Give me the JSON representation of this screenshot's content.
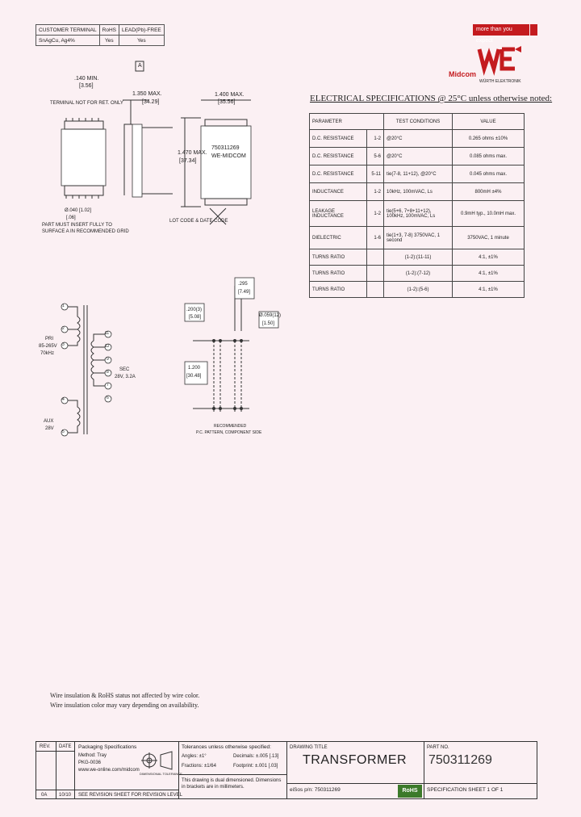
{
  "compliance": {
    "rows": [
      [
        "CUSTOMER TERMINAL",
        "RoHS",
        "LEAD(Pb)-FREE"
      ],
      [
        "SnAgCu, Ag4%",
        "Yes",
        "Yes"
      ]
    ]
  },
  "banner": {
    "text": "more than you expect"
  },
  "logo": {
    "brand": "Midcom",
    "subtitle": "WÜRTH ELEKTRONIK",
    "mark": "WE"
  },
  "spec": {
    "title": "ELECTRICAL SPECIFICATIONS @ 25°C unless otherwise noted:",
    "headers": [
      "PARAMETER",
      "TEST CONDITIONS",
      "VALUE"
    ],
    "rows": [
      {
        "param": "D.C. RESISTANCE",
        "pins": "1-2",
        "cond": "@20°C",
        "value": "0.265 ohms ±10%"
      },
      {
        "param": "D.C. RESISTANCE",
        "pins": "5-6",
        "cond": "@20°C",
        "value": "0.085 ohms max."
      },
      {
        "param": "D.C. RESISTANCE",
        "pins": "5-11",
        "cond": "tie(7-8, 11+12), @20°C",
        "value": "0.045 ohms max."
      },
      {
        "param": "INDUCTANCE",
        "pins": "1-2",
        "cond": "10kHz, 100mVAC, Ls",
        "value": "800mH ±4%"
      },
      {
        "param": "LEAKAGE INDUCTANCE",
        "pins": "1-2",
        "cond": "tie(5+6, 7+8+11+12), 100kHz, 100mVAC, Ls",
        "value": "0.9mH typ., 10.0mH max."
      },
      {
        "param": "DIELECTRIC",
        "pins": "1-6",
        "cond": "tie(1+3, 7-8) 3750VAC, 1 second",
        "value": "3750VAC, 1 minute"
      },
      {
        "param": "TURNS RATIO",
        "pins": "",
        "cond": "(1-2):(11-11)",
        "value": "4:1, ±1%"
      },
      {
        "param": "TURNS RATIO",
        "pins": "",
        "cond": "(1-2):(7-12)",
        "value": "4:1, ±1%"
      },
      {
        "param": "TURNS RATIO",
        "pins": "",
        "cond": "(1-2):(5-6)",
        "value": "4:1, ±1%"
      }
    ]
  },
  "mech": {
    "dim_140": ".140 MIN.",
    "dim_140mm": "[3.56]",
    "dim_1350": "1.350 MAX.",
    "dim_1350mm": "[34.29]",
    "dim_1400": "1.400 MAX.",
    "dim_1400mm": "[35.56]",
    "dim_1470": "1.470 MAX.",
    "dim_1470mm": "[37.34]",
    "part_label": "750311269",
    "maker_label": "WE-MIDCOM",
    "dim_a": "A",
    "note_terminal": "TERMINAL NOT FOR RET. ONLY",
    "note_40": "Ø.040 [1.02]",
    "note_40b": "[.06]",
    "note_insert": "PART MUST INSERT FULLY TO SURFACE A IN RECOMMENDED GRID",
    "lot_code": "LOT CODE & DATE CODE"
  },
  "schematic": {
    "pri": "PRI",
    "pri_v": "85-265V",
    "pri_f": "70kHz",
    "sec": "SEC",
    "sec_v": "28V, 3.2A",
    "aux": "AUX",
    "aux_v": "28V",
    "pins_left": [
      "1",
      "2",
      "3",
      "4",
      "5"
    ],
    "pins_right": [
      "11",
      "12",
      "9",
      "8",
      "7",
      "6"
    ]
  },
  "pcb": {
    "dim_295": ".295",
    "dim_295mm": "[7.49]",
    "dim_200": ".200(3)",
    "dim_200mm": "[5.08]",
    "dim_1200": "1.200",
    "dim_1200mm": "[30.48]",
    "dim_hole": "Ø.059(12)",
    "dim_holemm": "[1.50]",
    "caption_1": "RECOMMENDED",
    "caption_2": "P.C. PATTERN, COMPONENT SIDE"
  },
  "notes": [
    "Wire insulation & RoHS status not affected by wire color.",
    "Wire insulation color may vary depending on availability."
  ],
  "titleblock": {
    "rev_label": "REV.",
    "date_label": "DATE",
    "rev": "0A",
    "date": "10/10",
    "pack_title": "Packaging Specifications",
    "pack_method": "Method: Tray",
    "pack_doc": "PKG-0036",
    "pack_url": "www.we-online.com/midcom",
    "revision_note": "SEE REVISION SHEET FOR REVISION LEVEL",
    "tol_title": "Tolerances unless otherwise specified:",
    "tol_angles": "Angles: ±1°",
    "tol_fractions": "Fractions: ±1/64",
    "tol_decimals": "Decimals: ±.005 [.13]",
    "tol_footprint": "Footprint: ±.001 [.03]",
    "dual_note": "This drawing is dual dimensioned. Dimensions in brackets are in millimeters.",
    "proj_label": "DIMENSIONAL TOLERANCE",
    "drawing_title_label": "DRAWING TITLE",
    "drawing_title": "TRANSFORMER",
    "wse": "eiSos p/n: 750311269",
    "part_no_label": "PART NO.",
    "part_no": "750311269",
    "sheet": "SPECIFICATION SHEET 1 OF 1",
    "rohs": "RoHS"
  },
  "colors": {
    "accent": "#c41b1f",
    "background": "#fbf0f3"
  }
}
